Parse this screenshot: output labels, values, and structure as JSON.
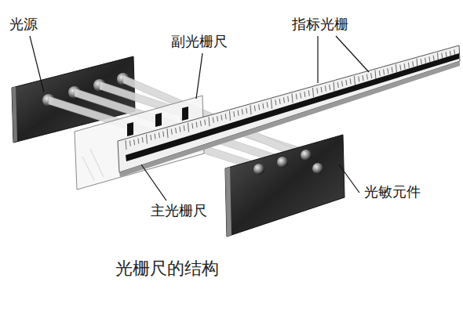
{
  "diagram": {
    "caption": "光栅尺的结构",
    "labels": [
      "光源",
      "副光栅尺",
      "指标光栅",
      "主光栅尺",
      "光敏元件"
    ]
  }
}
